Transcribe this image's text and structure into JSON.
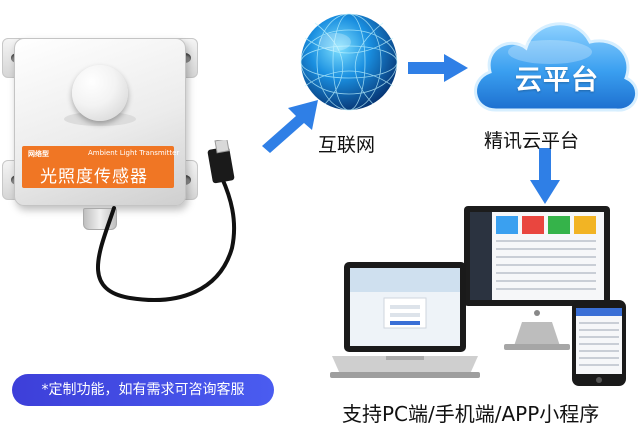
{
  "sensor": {
    "label_type": "网络型",
    "label_english": "Ambient Light Transmitter",
    "label_name": "光照度传感器"
  },
  "nodes": {
    "internet": "互联网",
    "cloud_badge": "云平台",
    "platform": "精讯云平台",
    "clients": "支持PC端/手机端/APP小程序"
  },
  "notice": "*定制功能，如有需求可咨询客服",
  "colors": {
    "arrow": "#2f7fe6",
    "sensor_label": "#f07624",
    "pill": "#4048e0"
  },
  "icons": [
    "arrow-icon",
    "globe-icon",
    "cloud-icon",
    "monitor-icon",
    "laptop-icon",
    "phone-icon"
  ]
}
